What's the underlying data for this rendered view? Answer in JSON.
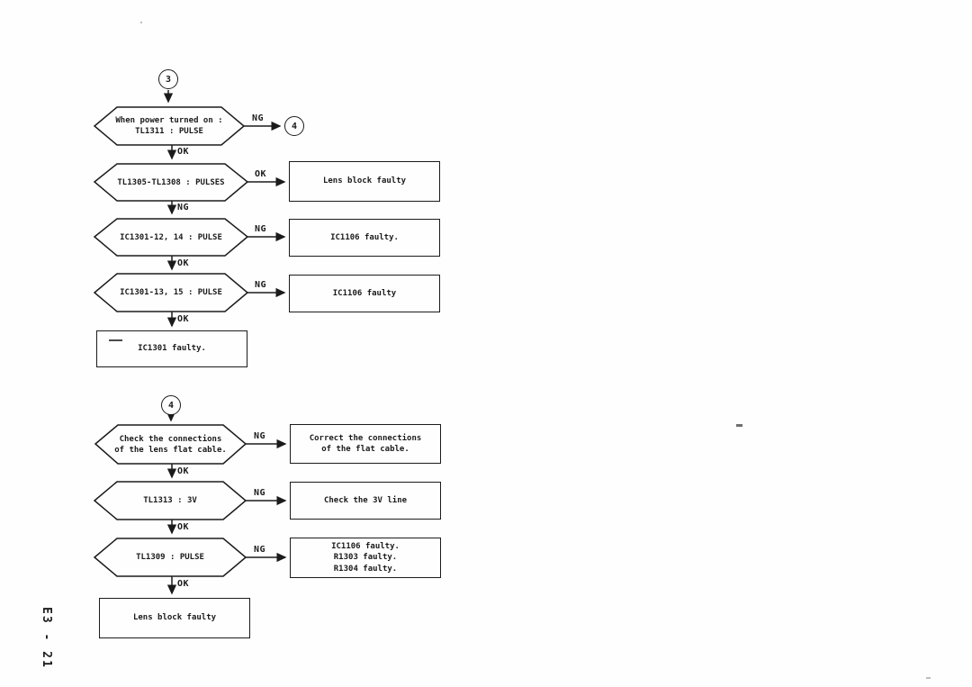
{
  "page_number": "E3 - 21",
  "colors": {
    "ink": "#1b1b1b",
    "paper": "#fefefe"
  },
  "connectors": {
    "c3": "3",
    "c4": "4"
  },
  "branch_labels": {
    "ng": "NG",
    "ok": "OK"
  },
  "section1": {
    "decisions": [
      {
        "lines": [
          "When power turned on :",
          "TL1311 : PULSE"
        ],
        "right_label": "NG",
        "down_label": "OK"
      },
      {
        "lines": [
          "TL1305-TL1308 : PULSES"
        ],
        "right_label": "OK",
        "down_label": "NG"
      },
      {
        "lines": [
          "IC1301-12, 14 : PULSE"
        ],
        "right_label": "NG",
        "down_label": "OK"
      },
      {
        "lines": [
          "IC1301-13, 15 : PULSE"
        ],
        "right_label": "NG",
        "down_label": "OK"
      }
    ],
    "results": [
      {
        "lines": [
          "Lens block faulty"
        ]
      },
      {
        "lines": [
          "IC1106 faulty."
        ]
      },
      {
        "lines": [
          "IC1106 faulty"
        ]
      },
      {
        "lines": [
          "IC1301 faulty."
        ]
      }
    ]
  },
  "section2": {
    "decisions": [
      {
        "lines": [
          "Check the connections",
          "of the lens flat cable."
        ],
        "right_label": "NG",
        "down_label": "OK"
      },
      {
        "lines": [
          "TL1313 : 3V"
        ],
        "right_label": "NG",
        "down_label": "OK"
      },
      {
        "lines": [
          "TL1309 : PULSE"
        ],
        "right_label": "NG",
        "down_label": "OK"
      }
    ],
    "results": [
      {
        "lines": [
          "Correct the connections",
          "of the flat cable."
        ]
      },
      {
        "lines": [
          "Check the 3V line"
        ]
      },
      {
        "lines": [
          "IC1106 faulty.",
          "R1303 faulty.",
          "R1304 faulty."
        ]
      },
      {
        "lines": [
          "Lens block faulty"
        ]
      }
    ]
  }
}
